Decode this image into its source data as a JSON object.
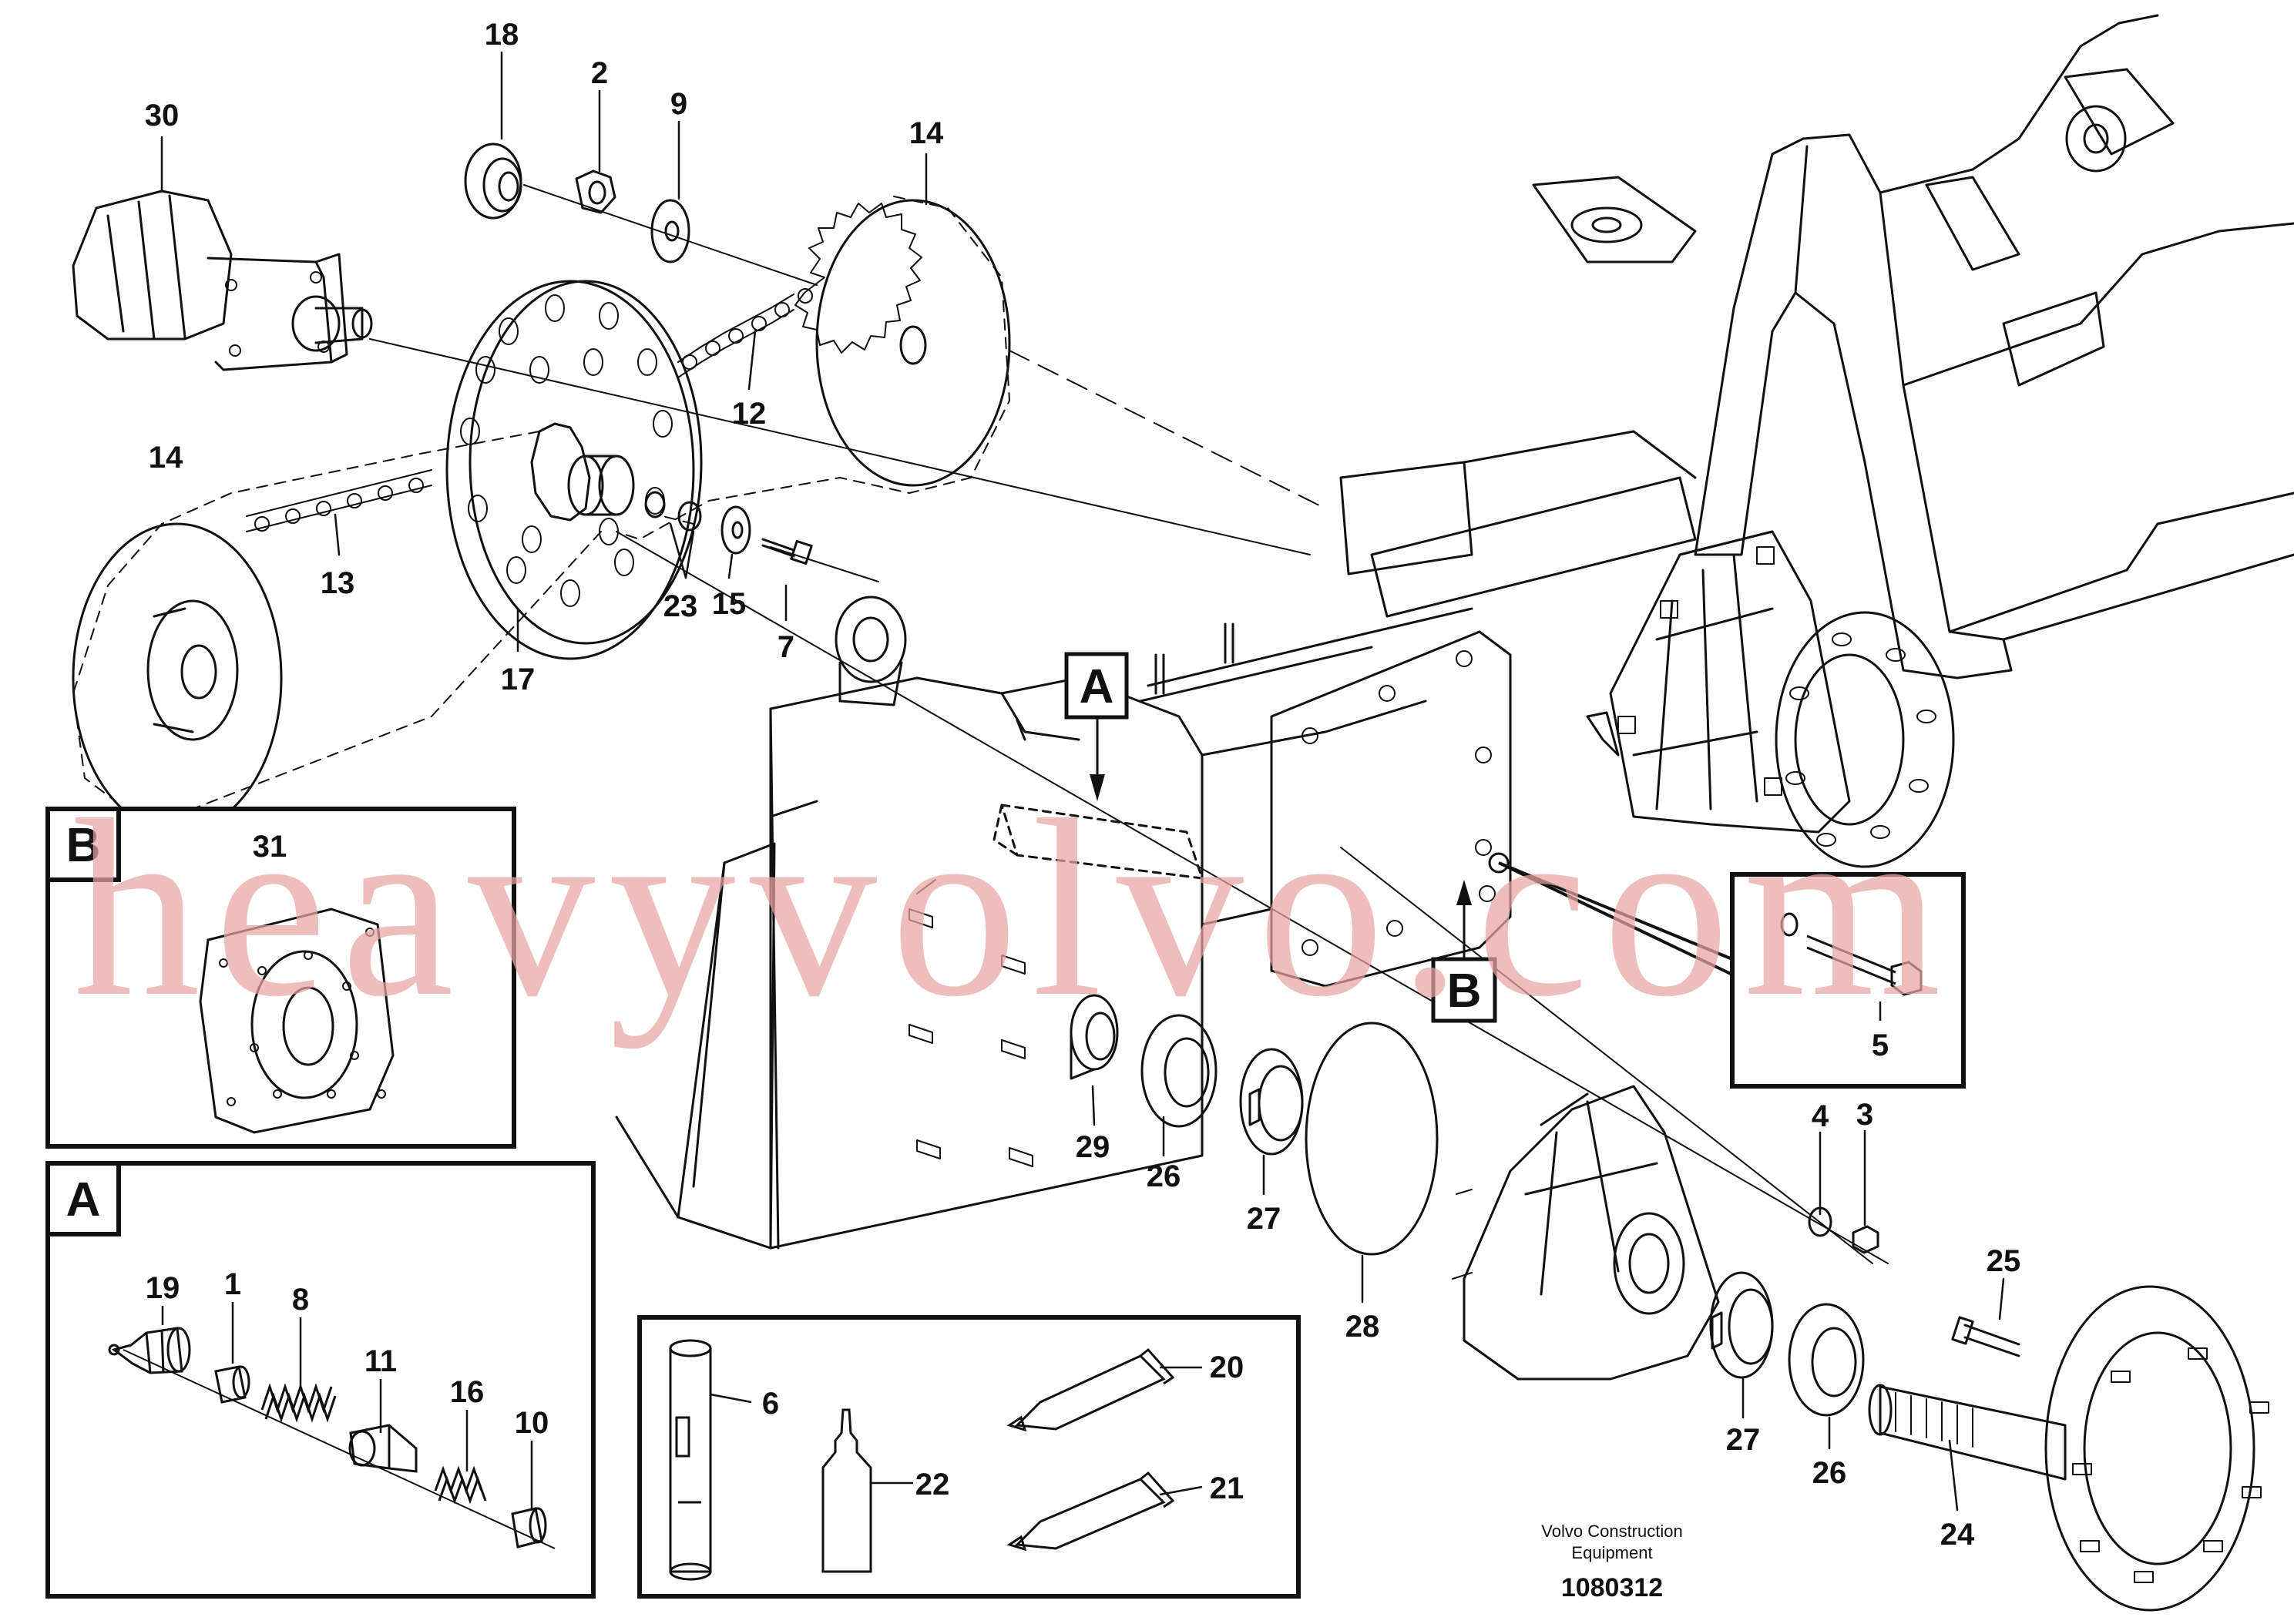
{
  "diagram": {
    "part_numbers": [
      "18",
      "2",
      "9",
      "14",
      "30",
      "12",
      "14",
      "13",
      "23",
      "15",
      "7",
      "17",
      "31",
      "5",
      "4",
      "3",
      "25",
      "29",
      "26",
      "27",
      "28",
      "27",
      "26",
      "24",
      "19",
      "1",
      "8",
      "11",
      "16",
      "10",
      "6",
      "20",
      "22",
      "21"
    ],
    "box_labels": {
      "A": "A",
      "B": "B",
      "A_box": "A",
      "B_box": "B"
    },
    "caption": {
      "line1": "Volvo Construction",
      "line2": "Equipment"
    },
    "document_number": "1080312",
    "watermark": "heavyvolvo.com"
  }
}
